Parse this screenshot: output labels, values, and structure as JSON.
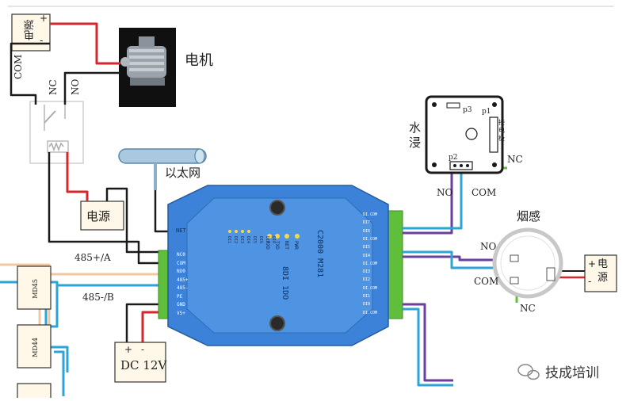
{
  "labels": {
    "power_top": "电源",
    "power_top_plus": "+",
    "power_top_minus": "-",
    "motor": "电机",
    "relay_com": "COM",
    "relay_nc": "NC",
    "relay_no": "NO",
    "ethernet": "以太网",
    "power_mid": "电源",
    "water": "水浸",
    "water_p1": "p1",
    "water_p2": "p2",
    "water_p3": "p3",
    "water_side": "接电极",
    "water_nc": "NC",
    "water_no": "NO",
    "water_com": "COM",
    "smoke": "烟感",
    "smoke_no": "NO",
    "smoke_com": "COM",
    "smoke_nc": "NC",
    "smoke_power": "电源",
    "smoke_power_plus": "+",
    "smoke_power_minus": "-",
    "rs485_a": "485+/A",
    "rs485_b": "485-/B",
    "dc": "DC 12V",
    "dc_plus": "+",
    "dc_minus": "-",
    "sensor1": "MD45",
    "sensor2": "MD44",
    "watermark": "技成培训"
  },
  "device": {
    "model": "C2000 M281",
    "io": "8DI 1DO",
    "leds": [
      "RXD",
      "TXD",
      "NET",
      "PWR"
    ],
    "di_leds": [
      "DI1",
      "DI2",
      "DI3",
      "DI4",
      "DI5",
      "DI6",
      "DI7",
      "DI8"
    ],
    "left_terminals": [
      "NC0",
      "COM",
      "NO0",
      "485+",
      "485-",
      "PE",
      "GND",
      "VS+"
    ],
    "net_label": "NET",
    "right_terminals": [
      "DI.COM",
      "DI7",
      "DI6",
      "DI.COM",
      "DI5",
      "DI4",
      "DI.COM",
      "DI3",
      "DI2",
      "DI.COM",
      "DI1",
      "DI0",
      "DI.COM"
    ]
  },
  "colors": {
    "red": "#d4262b",
    "black": "#1a1a1a",
    "blue": "#2ea3d6",
    "purple": "#6b3fa0",
    "green": "#5fbf3a",
    "tan": "#f0c9a0",
    "device": "#3c82d8",
    "terminal": "#5fbf3a"
  }
}
